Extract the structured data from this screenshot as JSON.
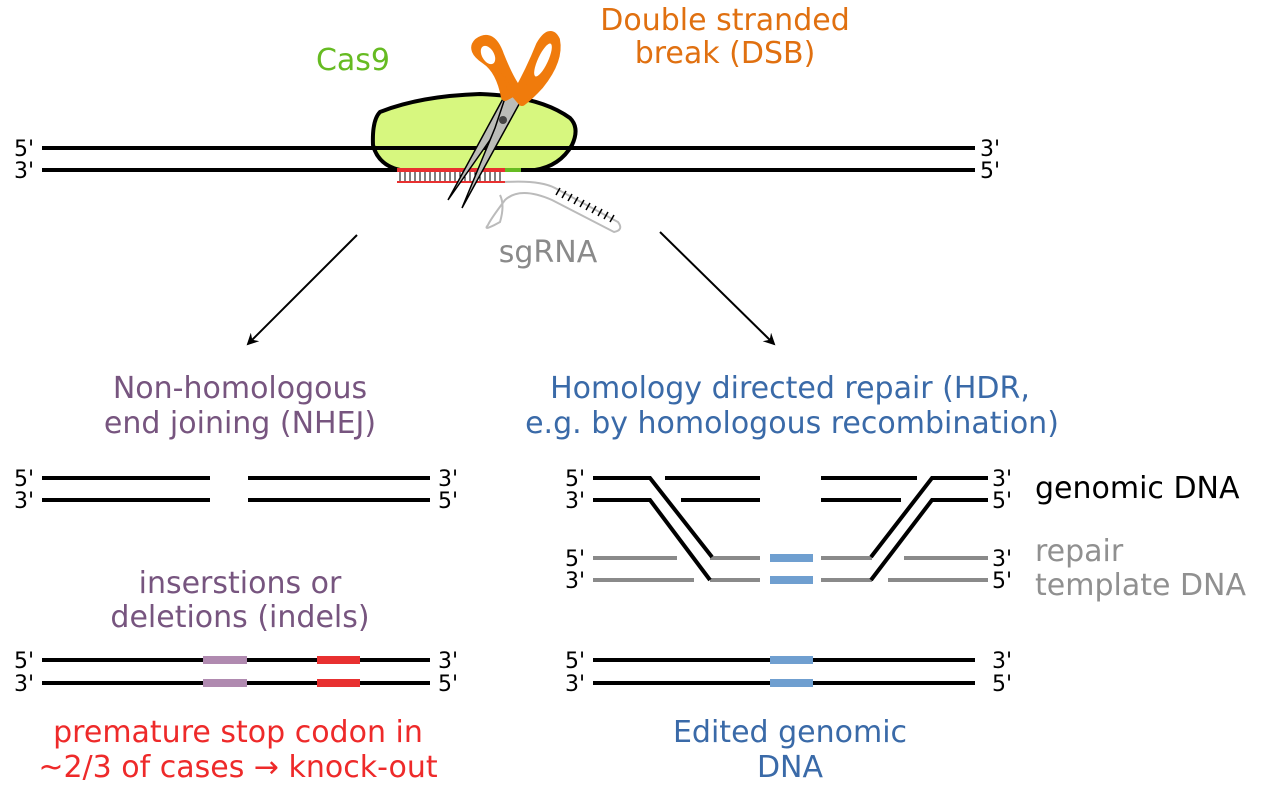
{
  "labels": {
    "cas9": "Cas9",
    "dsb_line1": "Double stranded",
    "dsb_line2": "break (DSB)",
    "sgrna": "sgRNA",
    "nhej_line1": "Non-homologous",
    "nhej_line2": "end joining (NHEJ)",
    "hdr_line1": "Homology directed repair (HDR,",
    "hdr_line2": "e.g. by homologous recombination)",
    "indels_line1": "inserstions or",
    "indels_line2": "deletions (indels)",
    "stop_line1": "premature stop codon in",
    "stop_line2": "~2/3 of cases → knock-out",
    "genomic_dna": "genomic DNA",
    "repair_line1": "repair",
    "repair_line2": "template DNA",
    "edited_line1": "Edited genomic",
    "edited_line2": "DNA",
    "five": "5'",
    "three": "3'"
  },
  "colors": {
    "cas9": "#66bb22",
    "cas9_fill": "#d7f77f",
    "dsb": "#e07010",
    "nhej": "#77557f",
    "hdr": "#3a6aa8",
    "stop": "#ee2a2a",
    "insert": "#6f9fd0",
    "indel_purple": "#b08ab0",
    "indel_red": "#e83030",
    "grey": "#8a8a8a"
  }
}
